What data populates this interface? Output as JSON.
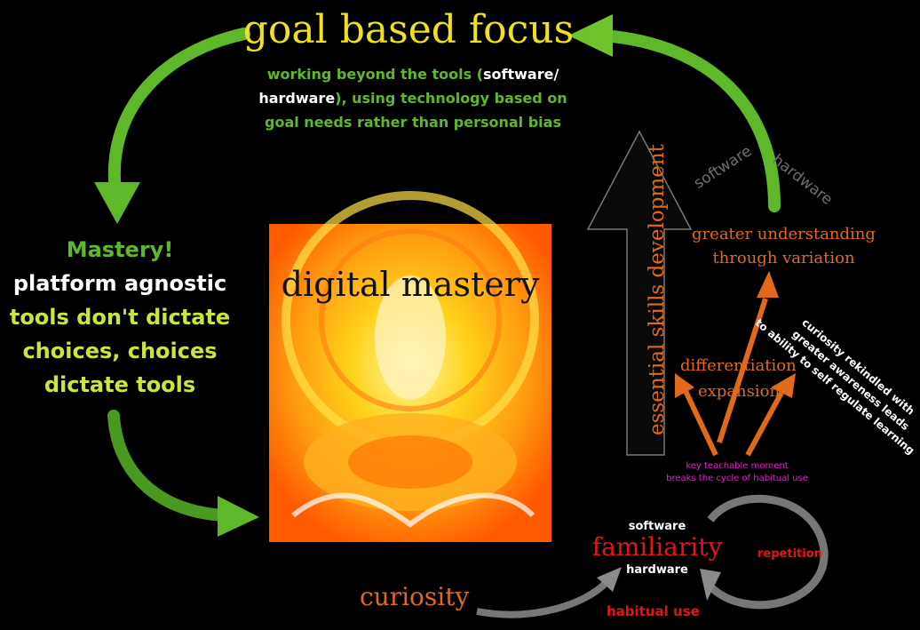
{
  "title": "goal based focus",
  "subtitle": {
    "part1": "working beyond the tools (",
    "sw": "software/",
    "hw": "hardware",
    "part2": "), using technology based on",
    "line3": "goal needs rather than personal bias"
  },
  "mastery": {
    "heading": "Mastery!",
    "line1": "platform agnostic",
    "line2": "tools don't dictate",
    "line3": "choices, choices",
    "line4": "dictate tools"
  },
  "center_label": "digital mastery",
  "essential": "essential skills development",
  "software_tilted": "software",
  "hardware_tilted": "hardware",
  "greater": {
    "line1": "greater understanding",
    "line2": "through variation"
  },
  "differentiation": "differentiation",
  "expansion": "expansion",
  "curiosity_rekindled": {
    "line1": "curiosity rekindled with",
    "line2": "greater awareness leads",
    "line3": "to ability to self regulate learning"
  },
  "teachable": {
    "line1": "key teachable moment",
    "line2": "breaks the cycle of habitual use"
  },
  "familiarity": {
    "top": "software",
    "main": "familiarity",
    "bottom": "hardware"
  },
  "repetition": "repetition",
  "habitual": "habitual use",
  "curiosity": "curiosity",
  "colors": {
    "background": "#000000",
    "title": "#f0e020",
    "green": "#5fb82a",
    "lime": "#c8e63c",
    "orange": "#e06a1a",
    "red": "#e0161a",
    "magenta": "#e020c8",
    "gray": "#6e6e6e"
  }
}
